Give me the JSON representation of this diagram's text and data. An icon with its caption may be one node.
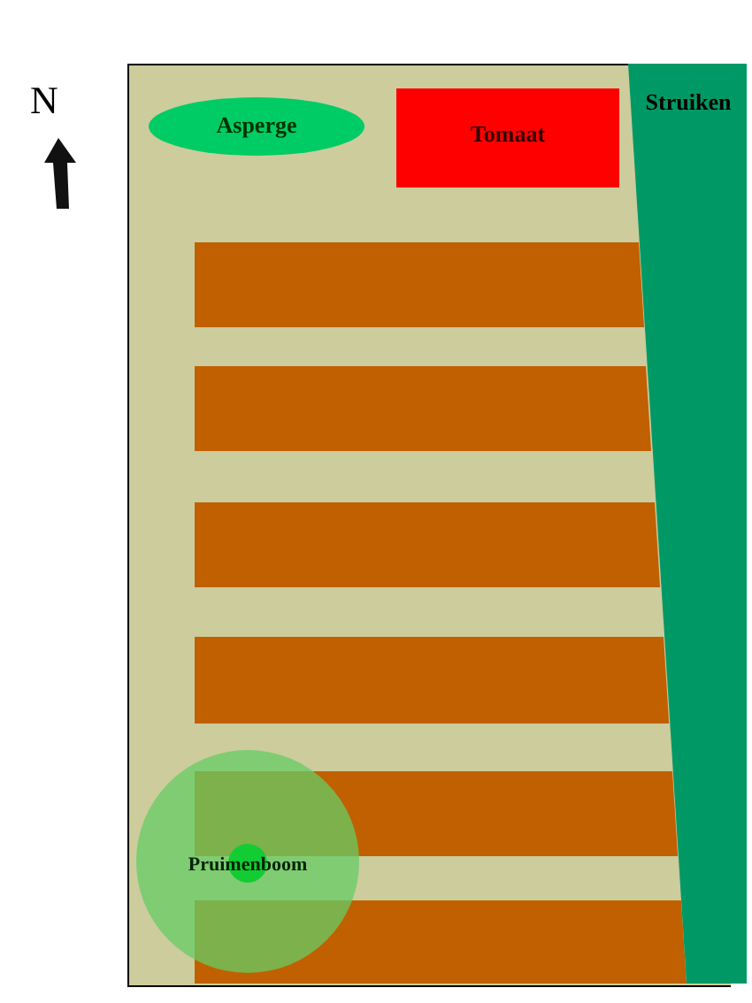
{
  "diagram": {
    "nodes": [
      {
        "text": [
          "Asperge"
        ]
      },
      {
        "text": [
          "Tomaat"
        ]
      },
      {
        "text": [
          "Struiken"
        ]
      },
      {
        "text": [],
        "shape": "bar"
      },
      {
        "text": [],
        "shape": "bar"
      },
      {
        "text": [],
        "shape": "bar"
      },
      {
        "text": [],
        "shape": "bar"
      },
      {
        "text": [],
        "shape": "bar"
      },
      {
        "text": [],
        "shape": "bar"
      },
      {
        "text": [
          "Pruimenboom"
        ]
      }
    ],
    "edges": [],
    "labels": [
      "N"
    ]
  }
}
